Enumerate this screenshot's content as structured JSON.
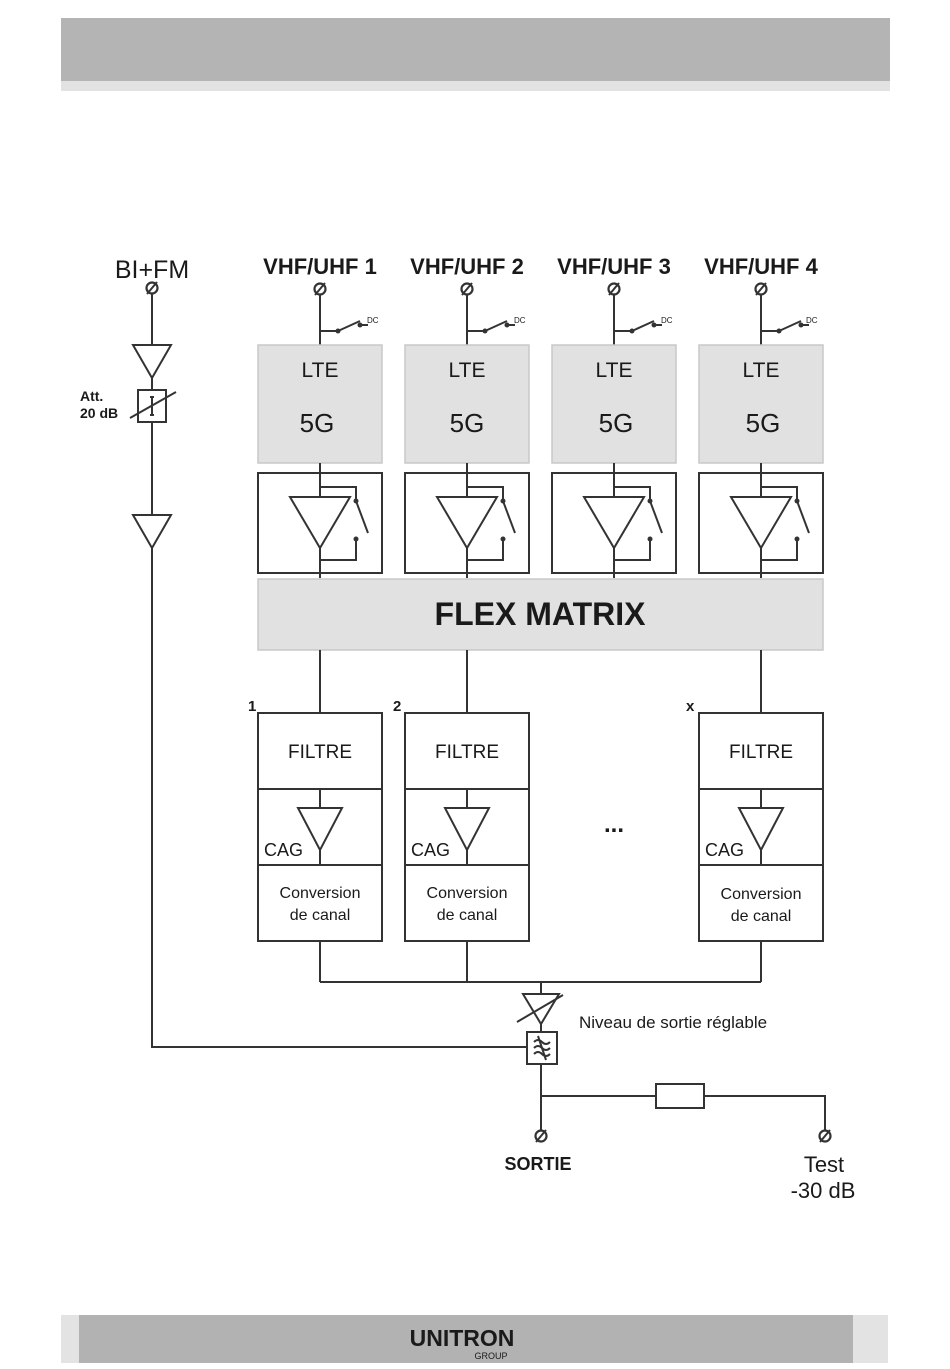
{
  "inputs": {
    "bi_fm": "BI+FM",
    "vhf_uhf": [
      "VHF/UHF 1",
      "VHF/UHF 2",
      "VHF/UHF 3",
      "VHF/UHF 4"
    ],
    "dc_label": "DC"
  },
  "input_blocks": {
    "lte": "LTE",
    "g5": "5G"
  },
  "attenuator": {
    "line1": "Att.",
    "line2": "20 dB"
  },
  "matrix": {
    "label": "FLEX MATRIX"
  },
  "modules": {
    "indices": [
      "1",
      "2",
      "x"
    ],
    "filter": "FILTRE",
    "agc": "CAG",
    "conversion_line1": "Conversion",
    "conversion_line2": "de canal",
    "ellipsis": "..."
  },
  "output": {
    "adjustable_level": "Niveau de sortie réglable",
    "sortie": "SORTIE",
    "test_line1": "Test",
    "test_line2": "-30 dB"
  },
  "footer": {
    "logo_main": "UNITRON",
    "logo_sub": "GROUP"
  }
}
